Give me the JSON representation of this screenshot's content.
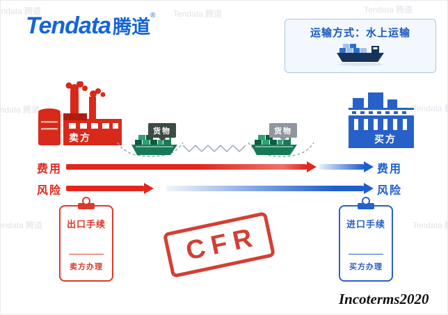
{
  "brand": {
    "name": "Tendata",
    "cn": "腾道",
    "reg": "®"
  },
  "watermark": {
    "text": "Tendata 腾道"
  },
  "transport": {
    "title": "运输方式：水上运输"
  },
  "diagram": {
    "seller_label": "卖方",
    "buyer_label": "买方",
    "cargo_label_1": "货物",
    "cargo_label_2": "货物"
  },
  "rows": {
    "cost_left": "费用",
    "cost_right": "费用",
    "risk_left": "风险",
    "risk_right": "风险"
  },
  "export_card": {
    "title": "出口手续",
    "subtitle": "卖方办理"
  },
  "import_card": {
    "title": "进口手续",
    "subtitle": "买方办理"
  },
  "stamp": {
    "text": "CFR"
  },
  "footer": {
    "text": "Incoterms2020"
  },
  "colors": {
    "brand_blue": "#1565d8",
    "red": "#e3261d",
    "blue": "#1e5fd0",
    "ship_green": "#177a57",
    "navy": "#16335c",
    "panel_bg": "#f2f8fd"
  }
}
